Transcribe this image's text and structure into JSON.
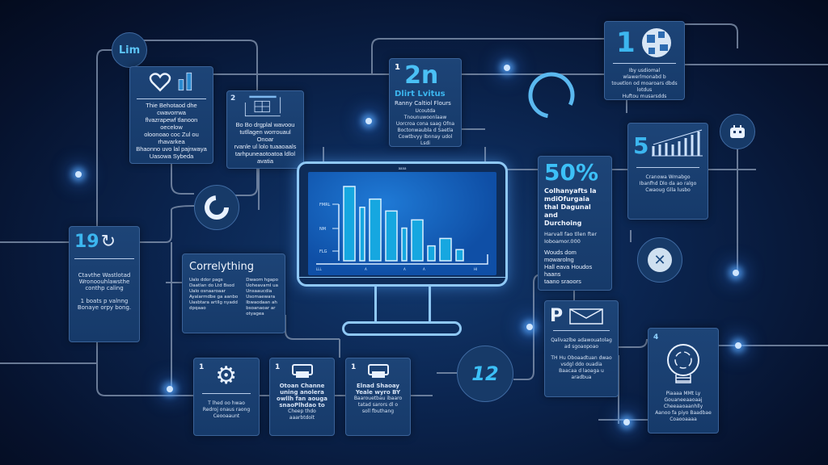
{
  "colors": {
    "background": "#06122d",
    "panel": "#1d4477",
    "accent": "#3cb6ef",
    "line": "#8a9bb5"
  },
  "badge_lim": {
    "label": "Lim"
  },
  "heart_panel": {
    "icon": "heart-icon",
    "text": [
      "Thie Behotaod dhe cwavorrwa",
      "flvazrapewf tlanoon oecelow",
      "oloonoao coc Zul ou rhavarkea",
      "Bhaonno uvo lal pajnwaya",
      "Uasowa Sybeda"
    ]
  },
  "grid_panel": {
    "number": "2",
    "text": [
      "Bo Bo drgplal wavoou",
      "tutllagen worrouaul Onoar",
      "rvanle ul lolo tuaaoaals",
      "tarhpuneaotoatoa ldlol avatia"
    ]
  },
  "stat_panel": {
    "number": "1",
    "big": "2n",
    "title": "Dlirt Lvitus",
    "subtitle": "Ranny Caltiol Flours",
    "text": [
      "Ucoutda Tnounuwoonlaaw",
      "Uorcroa cona saag Ofna",
      "Boctonwaubla d Saetla",
      "Cowtbvyy Ibnnay udol Lsdi"
    ]
  },
  "globe_panel": {
    "number": "1",
    "text": [
      "Iby usdiomal wlawerlmonabd b",
      "touetlon od moaroars dbds lotdus",
      "Huftou musarsdds toanowdy"
    ]
  },
  "bars_panel": {
    "number": "5",
    "text": [
      "Cranowa Wmabgo",
      "Ibanfhd Dlo da ao ralgo",
      "Cwaoug Glla lusbo"
    ]
  },
  "percent_panel": {
    "big": "50%",
    "heading": [
      "Colhanyafts la",
      "mdiOfurgaia",
      "thal Dagunal and",
      "Durchoing"
    ],
    "sub": [
      "Harvall fao tllen fter",
      "Ioboamor.000"
    ],
    "text": [
      "Wouds dom mowarolng",
      "Hall eava Houdos haans",
      "taano sraoors"
    ]
  },
  "monitor": {
    "title": "aaaa",
    "y_ticks": [
      "FMRL",
      "NM",
      "FLG"
    ],
    "x_ticks": [
      "LLL",
      "A",
      "A",
      "A",
      "Hl"
    ]
  },
  "monitor_chart": {
    "type": "bar",
    "values": [
      100,
      72,
      83,
      67,
      44,
      55,
      20,
      30,
      15
    ]
  },
  "refresh_panel": {
    "number": "19",
    "text": [
      "Ctavthe Wastlotad",
      "Wronoouhlawsthe",
      "conthp caling"
    ],
    "sub": [
      "1 boats p valnng",
      "Bonaye orpy bong."
    ]
  },
  "corr_panel": {
    "title": "Correlything",
    "col1": [
      "Ualo ddor pags",
      "Daatlan do Ltd Bsod",
      "Ualo osnaaroaar",
      "Ayalarmdbe ga aanbo",
      "Uasbtara artllg nyadd",
      "dpqaao"
    ],
    "col2": [
      "Dwaom hgapo",
      "Uoheavaml ua",
      "Unsaaucdia",
      "Usomaewara",
      "Ibwaodaan ah",
      "bsoanaoar ar",
      "otyagea"
    ]
  },
  "gear_panel": {
    "number": "1",
    "text": [
      "T lhed oo hwao",
      "Redroj onaus raong",
      "Ceooaaunt"
    ]
  },
  "print_panel": {
    "number": "1",
    "title": [
      "Otoan Channe",
      "uning anolera",
      "owllh fan aouga",
      "snaoPlhdao to"
    ],
    "text": [
      "Cheep thdo aaarbtdolt"
    ]
  },
  "print2_panel": {
    "number": "1",
    "title": [
      "Elnad Shaoay",
      "Yeale wyro BY"
    ],
    "text": [
      "Baarouetbau ibaaro",
      "tatad sarors dl o",
      "soll fbuthang"
    ]
  },
  "circle_12": {
    "label": "12"
  },
  "mail_panel": {
    "letter": "P",
    "text": [
      "Qalivazlbe adawouatolag",
      "ad sgoaopoao"
    ],
    "sub": [
      "TH Hu Oboaadtuan dwao",
      "vsdgl ddo ouadia",
      "Baacaa d laoaga u aradbua"
    ]
  },
  "bulb_panel": {
    "number": "4",
    "text": [
      "Piaaaa MMt Ly",
      "Gouaneeaaoaaj Cheeaaoaanhlly",
      "Aanoo fa piyo Baadbae",
      "Coaooaaaa"
    ]
  }
}
